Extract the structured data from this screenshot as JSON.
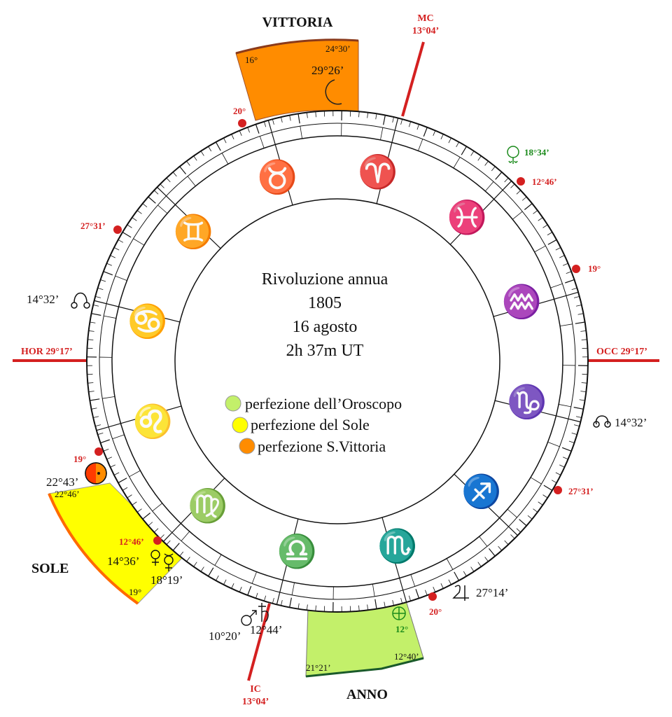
{
  "center": {
    "line1": "Rivoluzione annua",
    "line2": "1805",
    "line3": "16 agosto",
    "line4": "2h 37m UT"
  },
  "legend": [
    {
      "label": "perfezione dell’Oroscopo",
      "color": "#c3f06a"
    },
    {
      "label": "perfezione del Sole",
      "color": "#ffff00"
    },
    {
      "label": "perfezione S.Vittoria",
      "color": "#ff8c00"
    }
  ],
  "axes": {
    "asc": "HOR 29°17’",
    "desc": "OCC 29°17’",
    "mc_name": "MC",
    "mc_deg": "13°04’",
    "ic_name": "IC",
    "ic_deg": "13°04’"
  },
  "signs": [
    "♈",
    "♉",
    "♊",
    "♋",
    "♌",
    "♍",
    "♎",
    "♏",
    "♐",
    "♑",
    "♒",
    "♓"
  ],
  "sectors": {
    "vittoria": {
      "title": "VITTORIA",
      "start": "16°",
      "end": "24°30’",
      "planet": "29°26’"
    },
    "sole": {
      "title": "SOLE",
      "start": "22°46’",
      "end": "19°",
      "planet": "22°43’"
    },
    "anno": {
      "title": "ANNO",
      "start": "21°21’",
      "end": "12°40’",
      "planet": "12°"
    }
  },
  "red_points": [
    "20°",
    "12°46’",
    "19°",
    "27°31’",
    "27°31’",
    "19°",
    "12°46’",
    "20°"
  ],
  "planets": {
    "uranus": "18°34’",
    "south_node": "14°32’",
    "north_node": "14°32’",
    "venus": "14°36’",
    "mercury": "18°19’",
    "mars": "10°20’",
    "saturn": "12°44’",
    "jupiter": "27°14’"
  },
  "icons": {
    "moon": "crescent-moon-icon",
    "sun": "sun-icon",
    "part_of_fortune": "part-of-fortune-icon",
    "uranus": "uranus-icon",
    "south_node": "south-node-icon",
    "north_node": "north-node-icon",
    "venus": "venus-icon",
    "mercury": "mercury-icon",
    "mars": "mars-icon",
    "saturn": "saturn-icon",
    "jupiter": "jupiter-icon"
  },
  "colors": {
    "red": "#d42020",
    "vittoria": "#ff8c00",
    "sole": "#ffff00",
    "anno": "#c3f06a",
    "uranus_green": "#1a8a1a"
  }
}
